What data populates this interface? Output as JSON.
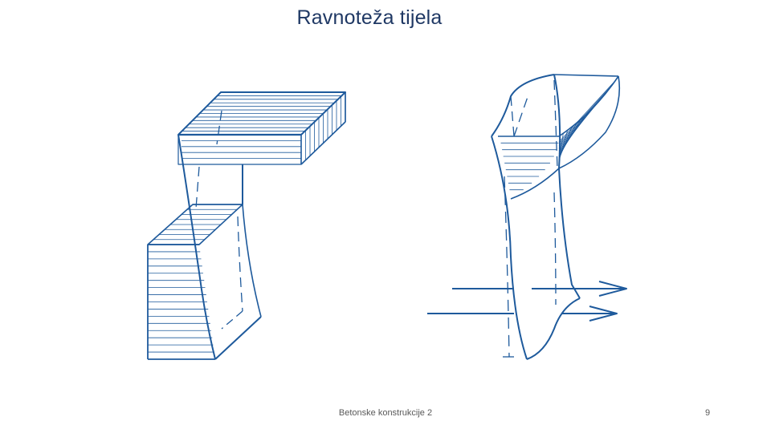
{
  "slide": {
    "title": "Ravnoteža tijela",
    "footer_text": "Betonske konstrukcije 2",
    "page_number": "9"
  },
  "colors": {
    "stroke": "#1e5a9c",
    "title": "#1f3864",
    "footer": "#595959"
  }
}
